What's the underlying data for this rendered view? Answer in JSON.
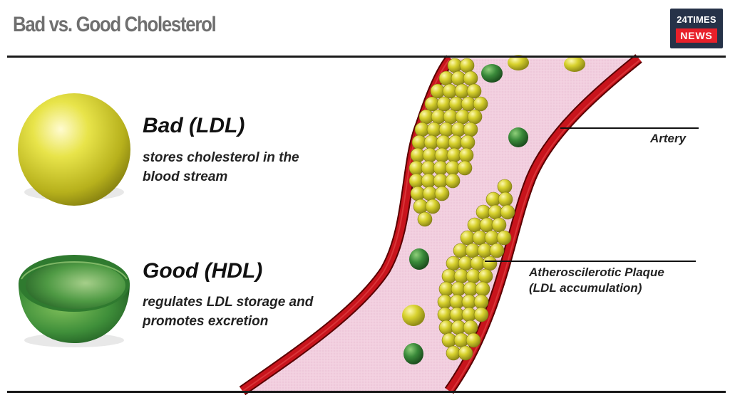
{
  "title": "Bad vs. Good Cholesterol",
  "logo": {
    "line1": "24TIMES",
    "line2": "NEWS"
  },
  "bad": {
    "heading": "Bad (LDL)",
    "desc_line1": "stores cholesterol in the",
    "desc_line2": "blood stream"
  },
  "good": {
    "heading": "Good (HDL)",
    "desc_line1": "regulates LDL storage and",
    "desc_line2": "promotes excretion"
  },
  "labels": {
    "artery": "Artery",
    "plaque_line1": "Atheroscilerotic Plaque",
    "plaque_line2": "(LDL accumulation)"
  },
  "colors": {
    "ldl": "#d7d230",
    "hdl": "#3f8f3a",
    "artery_wall": "#c8141c",
    "blood": "#f2cfdf"
  }
}
